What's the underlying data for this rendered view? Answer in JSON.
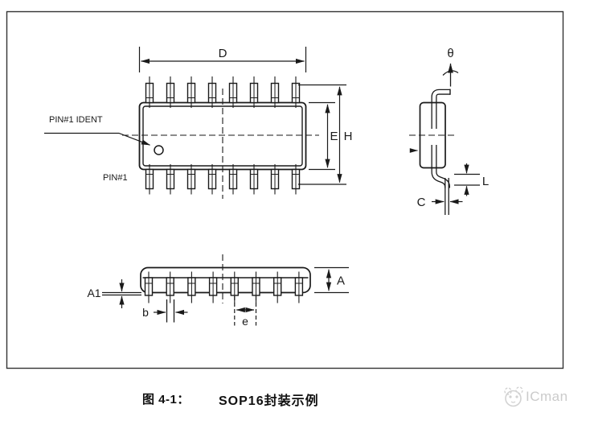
{
  "figure": {
    "caption_figure_no": "图  4-1：",
    "caption_title": "SOP16封装示例"
  },
  "diagram": {
    "top_view": {
      "dim_d": "D",
      "dim_e": "E",
      "dim_h": "H",
      "pin1_ident_label": "PIN#1 IDENT",
      "pin1_label": "PIN#1"
    },
    "side_view": {
      "dim_theta": "θ",
      "dim_l": "L",
      "dim_c": "C"
    },
    "front_view": {
      "dim_a": "A",
      "dim_a1": "A1",
      "dim_b": "b",
      "dim_e_pitch": "e"
    }
  },
  "watermark": {
    "text": "ICman"
  },
  "colors": {
    "line": "#1a1a1a",
    "frame": "#333333",
    "background": "#ffffff",
    "watermark": "#cbcbcb"
  }
}
